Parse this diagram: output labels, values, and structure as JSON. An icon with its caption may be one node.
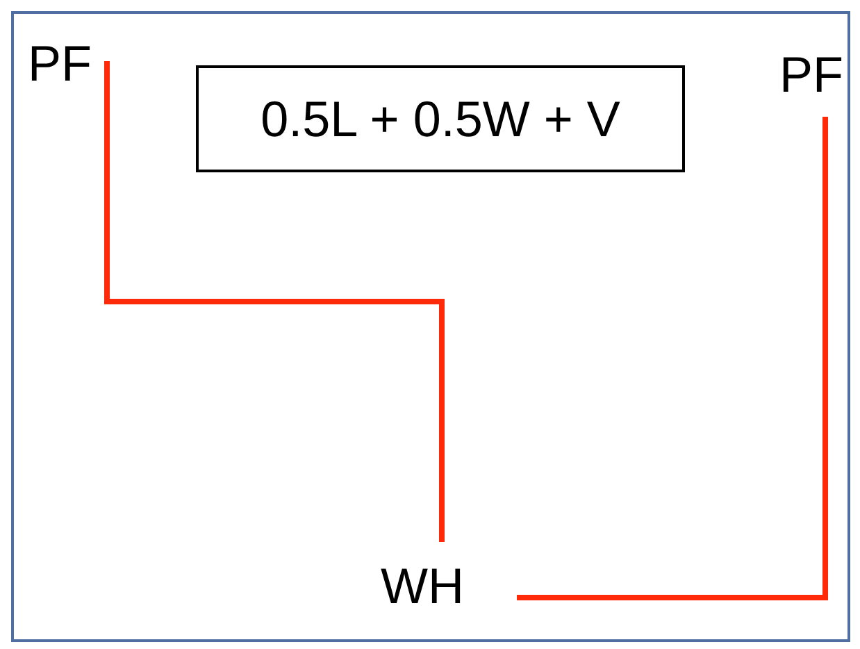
{
  "diagram": {
    "nodes": [
      {
        "text": [
          "PF"
        ]
      },
      {
        "text": [
          "0.5L + 0.5W + V"
        ]
      },
      {
        "text": [
          "PF"
        ]
      },
      {
        "text": [
          "WH"
        ]
      }
    ],
    "edges": [
      {
        "from": 0,
        "to": 3,
        "arrow": "none",
        "color": "#ff2a0a"
      },
      {
        "from": 3,
        "to": 2,
        "arrow": "none",
        "color": "#ff2a0a"
      }
    ]
  }
}
